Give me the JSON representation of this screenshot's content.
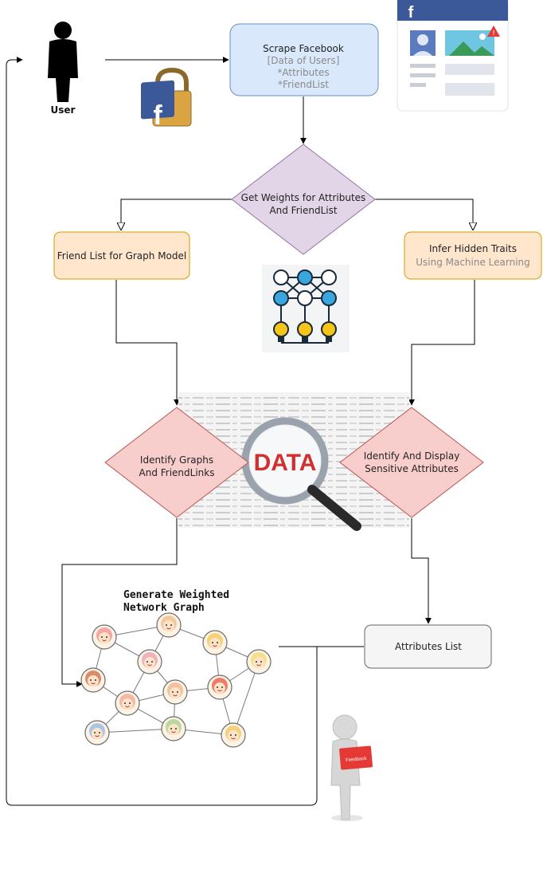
{
  "colors": {
    "scrape_fill": "#dae8fc",
    "scrape_stroke": "#6c8ebf",
    "weights_fill": "#e1d5e7",
    "weights_stroke": "#9673a6",
    "orange_fill": "#ffe6cc",
    "orange_stroke": "#d79b00",
    "red_fill": "#f8cecc",
    "red_stroke": "#b85450",
    "grey_fill": "#f5f5f5",
    "grey_stroke": "#666666",
    "facebook_blue": "#3b5998"
  },
  "user": {
    "label": "User",
    "icon": "user-silhouette-icon"
  },
  "scrape": {
    "title": "Scrape Facebook",
    "line2": "[Data of Users]",
    "line3": "*Attributes",
    "line4": "*FriendList"
  },
  "weights": {
    "line1": "Get Weights for Attributes",
    "line2": "And FriendList"
  },
  "friend_list": {
    "label": "Friend List for Graph Model"
  },
  "infer": {
    "line1": "Infer Hidden Traits",
    "line2": "Using Machine Learning"
  },
  "identify_graphs": {
    "line1": "Identify Graphs",
    "line2": "And FriendLinks"
  },
  "identify_display": {
    "line1": "Identify And Display",
    "line2": "Sensitive Attributes"
  },
  "network": {
    "title_line1": "Generate Weighted",
    "title_line2": "Network Graph"
  },
  "attributes_list": {
    "label": "Attributes List"
  },
  "data_image": {
    "word": "DATA"
  },
  "feedback": {
    "sign": "Feedback"
  },
  "icons": [
    "user-silhouette-icon",
    "facebook-padlock-icon",
    "facebook-profile-icon",
    "neural-network-icon",
    "magnifier-icon",
    "feedback-person-icon"
  ]
}
